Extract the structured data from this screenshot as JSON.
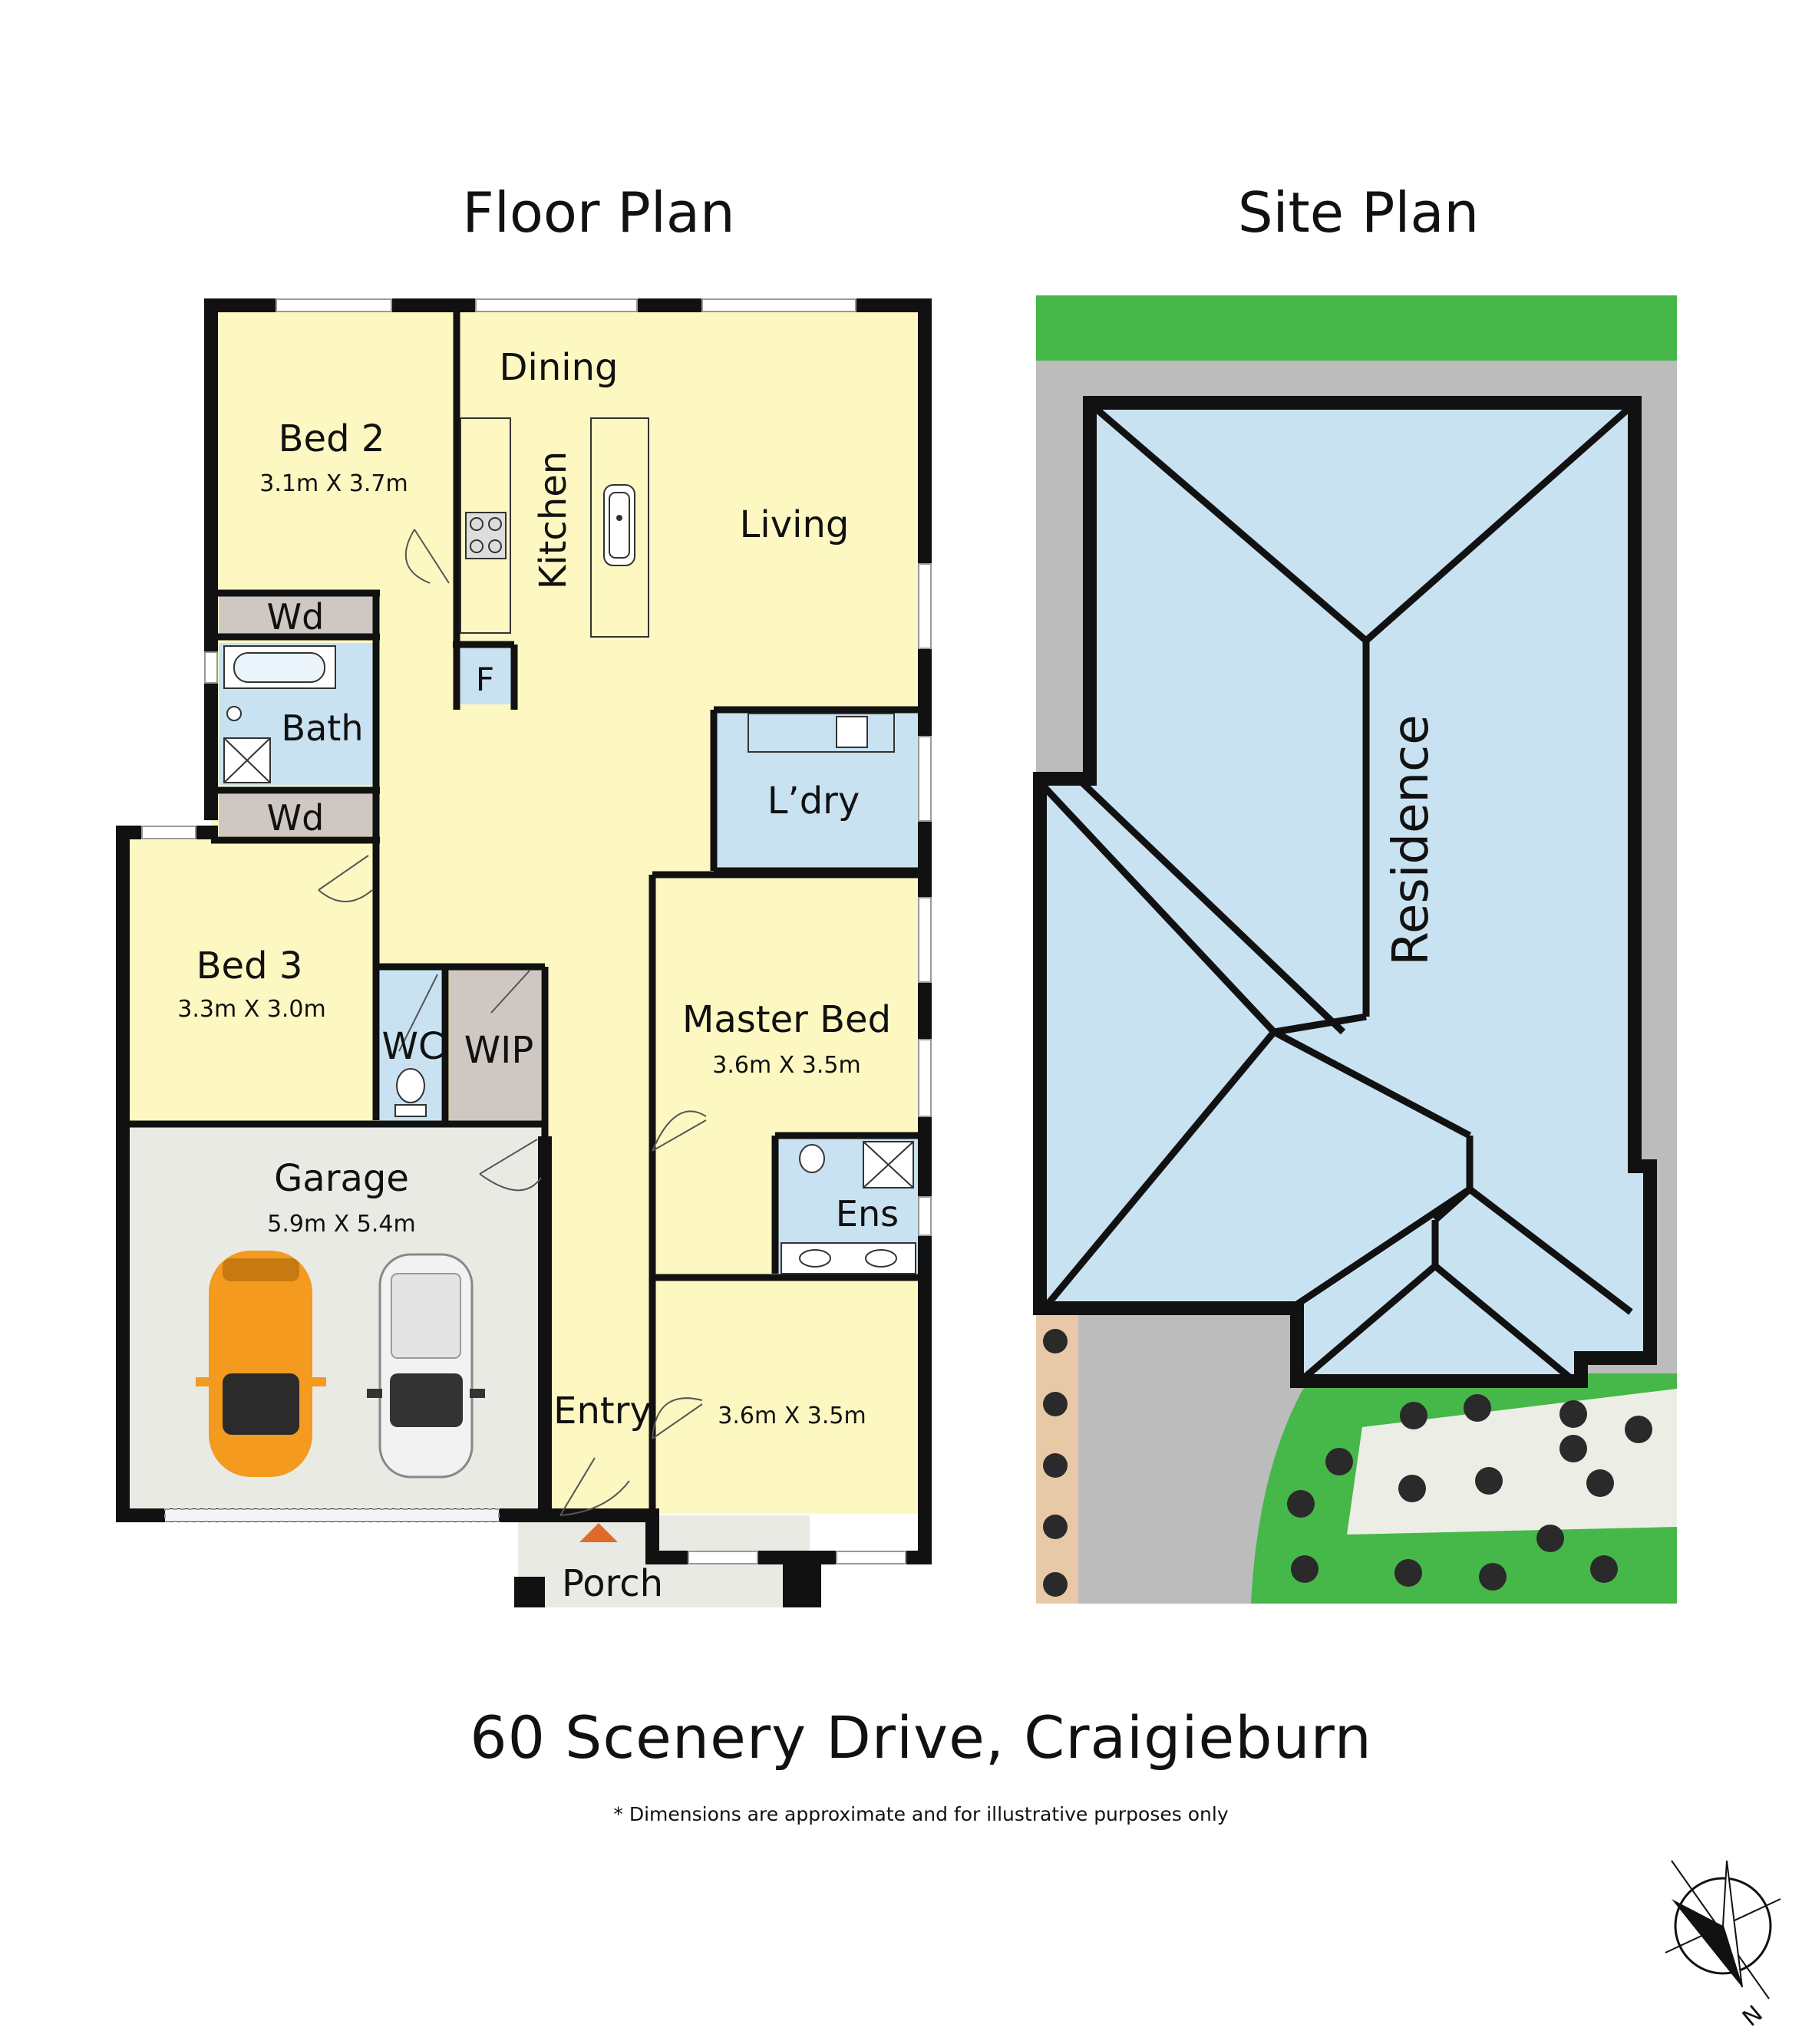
{
  "floor_plan": {
    "title": "Floor Plan",
    "rooms": {
      "dining": "Dining",
      "kitchen": "Kitchen",
      "living": "Living",
      "bed2": "Bed 2",
      "bed2_dim": "3.1m X 3.7m",
      "wd_top": "Wd",
      "bath": "Bath",
      "wd_bottom": "Wd",
      "fridge": "F",
      "laundry": "L’dry",
      "bed3": "Bed 3",
      "bed3_dim": "3.3m X 3.0m",
      "wc": "WC",
      "wip": "WIP",
      "master": "Master Bed",
      "master_dim": "3.6m X 3.5m",
      "ens": "Ens",
      "garage": "Garage",
      "garage_dim": "5.9m X 5.4m",
      "entry": "Entry",
      "front_room_dim": "3.6m X 3.5m",
      "porch": "Porch"
    }
  },
  "site_plan": {
    "title": "Site Plan",
    "residence": "Residence"
  },
  "address": "60 Scenery Drive, Craigieburn",
  "disclaimer": "* Dimensions are approximate and for illustrative purposes only",
  "compass": {
    "label": "N"
  },
  "colors": {
    "living": "#fdf8c2",
    "wet": "#c9e2f1",
    "robe": "#cfc8c2",
    "garage": "#e9eae3",
    "wall": "#111111",
    "grass": "#46b749",
    "paving": "#bcbcbc",
    "porch_arrow": "#e06a2c",
    "car_orange": "#f39a1f"
  }
}
